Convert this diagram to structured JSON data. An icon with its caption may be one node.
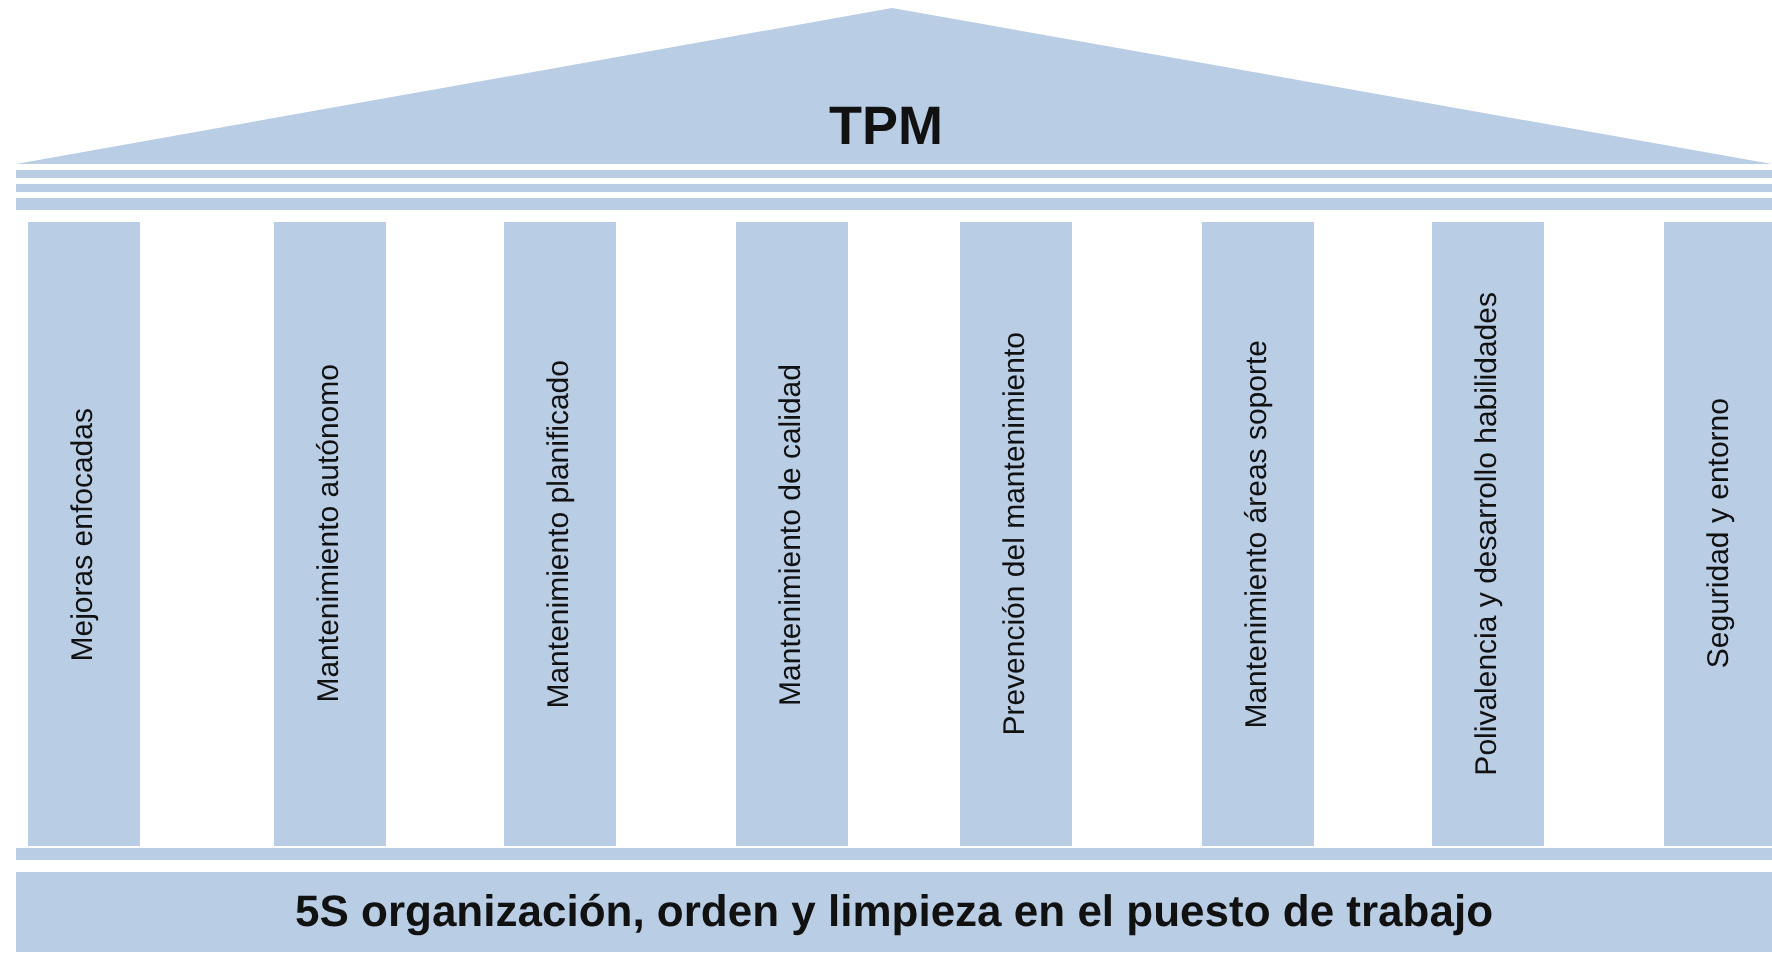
{
  "diagram": {
    "nodes": [
      {
        "text": [
          "TPM"
        ]
      },
      {
        "text": [
          "Mejoras enfocadas"
        ]
      },
      {
        "text": [
          "Mantenimiento autónomo"
        ]
      },
      {
        "text": [
          "Mantenimiento planificado"
        ]
      },
      {
        "text": [
          "Mantenimiento de calidad"
        ]
      },
      {
        "text": [
          "Prevención del mantenimiento"
        ]
      },
      {
        "text": [
          "Mantenimiento áreas soporte"
        ]
      },
      {
        "text": [
          "Polivalencia y desarrollo habilidades"
        ]
      },
      {
        "text": [
          "Seguridad y entorno"
        ]
      },
      {
        "text": [
          "5S organización, orden y limpieza en el puesto de trabajo"
        ]
      }
    ]
  }
}
